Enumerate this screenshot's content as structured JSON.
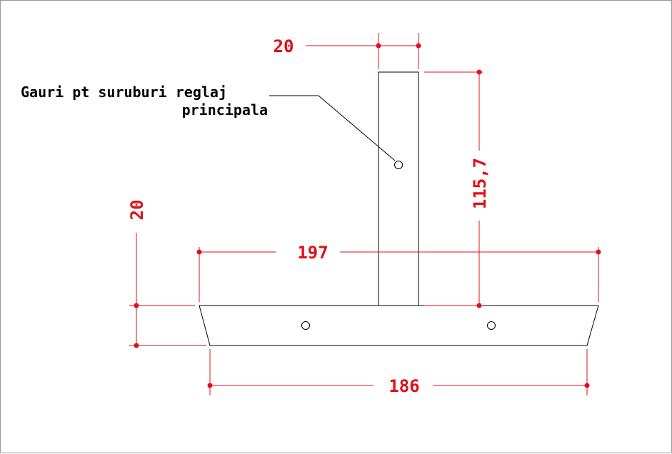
{
  "colors": {
    "dimension": "#e0101a",
    "outline": "#000000",
    "background": "#ffffff",
    "border": "#9a9a9a"
  },
  "annotation": {
    "line1": "Gauri pt suruburi reglaj",
    "line2": "principala"
  },
  "dimensions": {
    "post_width": "20",
    "post_height": "115,7",
    "base_top_length": "197",
    "base_bottom_length": "186",
    "base_thickness": "20"
  }
}
